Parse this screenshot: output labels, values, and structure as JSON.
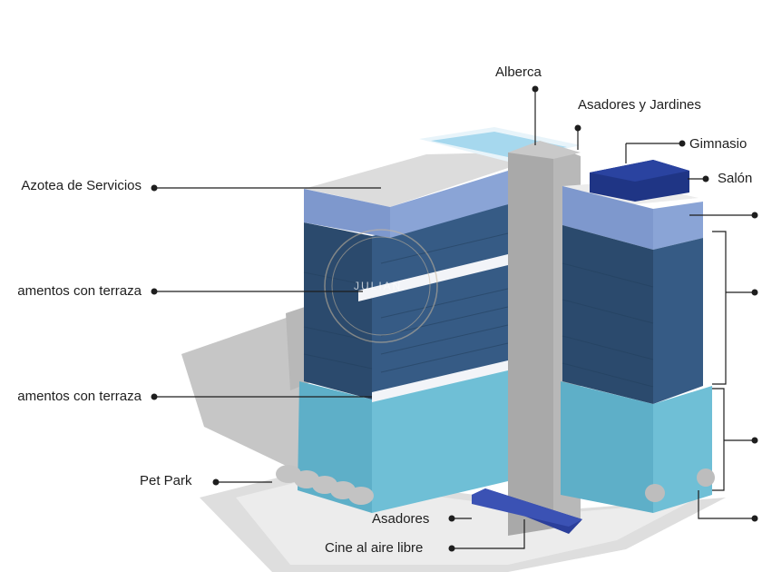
{
  "labels": {
    "alberca": "Alberca",
    "asadores_jardines": "Asadores y Jardines",
    "gimnasio": "Gimnasio",
    "salon": "Salón",
    "azotea": "Azotea de Servicios",
    "departamentos_1": "amentos con terraza",
    "departamentos_2": "amentos con terraza",
    "pet_park": "Pet Park",
    "asadores": "Asadores",
    "cine": "Cine al aire libre"
  },
  "watermark": {
    "text": "JULIAN"
  },
  "colors": {
    "dark_facade": "#2f5277",
    "mid_facade": "#7e98cd",
    "light_facade": "#5fb0cb",
    "core": "#a9a9a9",
    "pool": "#a9d9ee",
    "gym_box": "#1f3585",
    "ground": "#d9d9d9",
    "shadow": "#bdbdbd"
  }
}
